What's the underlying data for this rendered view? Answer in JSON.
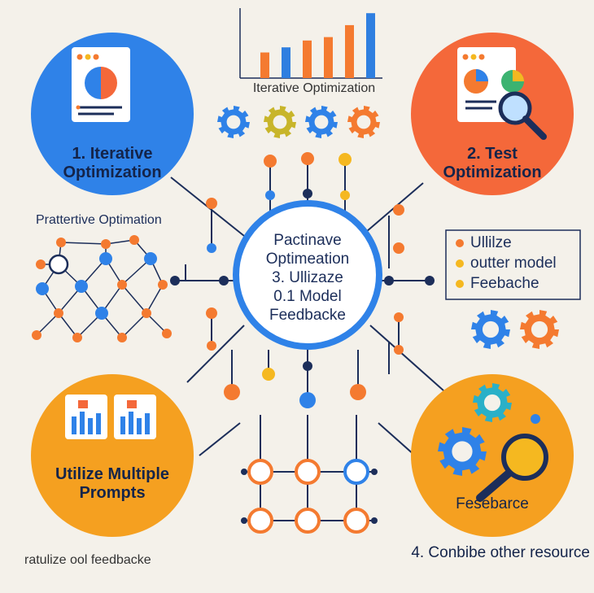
{
  "top_chart": {
    "caption": "Iterative Optimization",
    "values": [
      3,
      3.6,
      4.4,
      4.8,
      6.2,
      7.6
    ],
    "colors": [
      "#f47a30",
      "#2f7fe0",
      "#f47a30",
      "#f47a30",
      "#f47a30",
      "#2f7fe0"
    ]
  },
  "circle_tl": {
    "line1": "1. Iterative",
    "line2": "Optimization",
    "color": "#2f82e8"
  },
  "circle_tr": {
    "line1": "2. Test",
    "line2": "Optimization",
    "color": "#f4683a"
  },
  "circle_bl": {
    "line1": "Utilize Multiple",
    "line2": "Prompts",
    "color": "#f5a020"
  },
  "circle_br": {
    "label": "Fesebarce",
    "color": "#f5a020"
  },
  "center": {
    "line1": "Pactinave",
    "line2": "Optimeation",
    "line3": "3. Ullizaze",
    "line4": "0.1 Model",
    "line5": "Feedbacke",
    "ring_color": "#2f82e8"
  },
  "left_network_label": "Prattertive Optimation",
  "right_box": {
    "line1": "Ullilze",
    "line2": "outter model",
    "line3": "Feebache"
  },
  "bottom_left_text": "ratulize ool feedbacke",
  "bottom_right_text": "4. Conbibe other resource",
  "colors": {
    "blue": "#2f82e8",
    "orange": "#f47a30",
    "yellow": "#f5b820",
    "olive": "#c8b52a",
    "navy": "#1c2e5a",
    "background": "#f4f1ea"
  },
  "icons": [
    "document-pie-chart-icon",
    "magnifier-icon",
    "gear-icon",
    "bar-chart-card-icon",
    "network-graph-icon"
  ]
}
